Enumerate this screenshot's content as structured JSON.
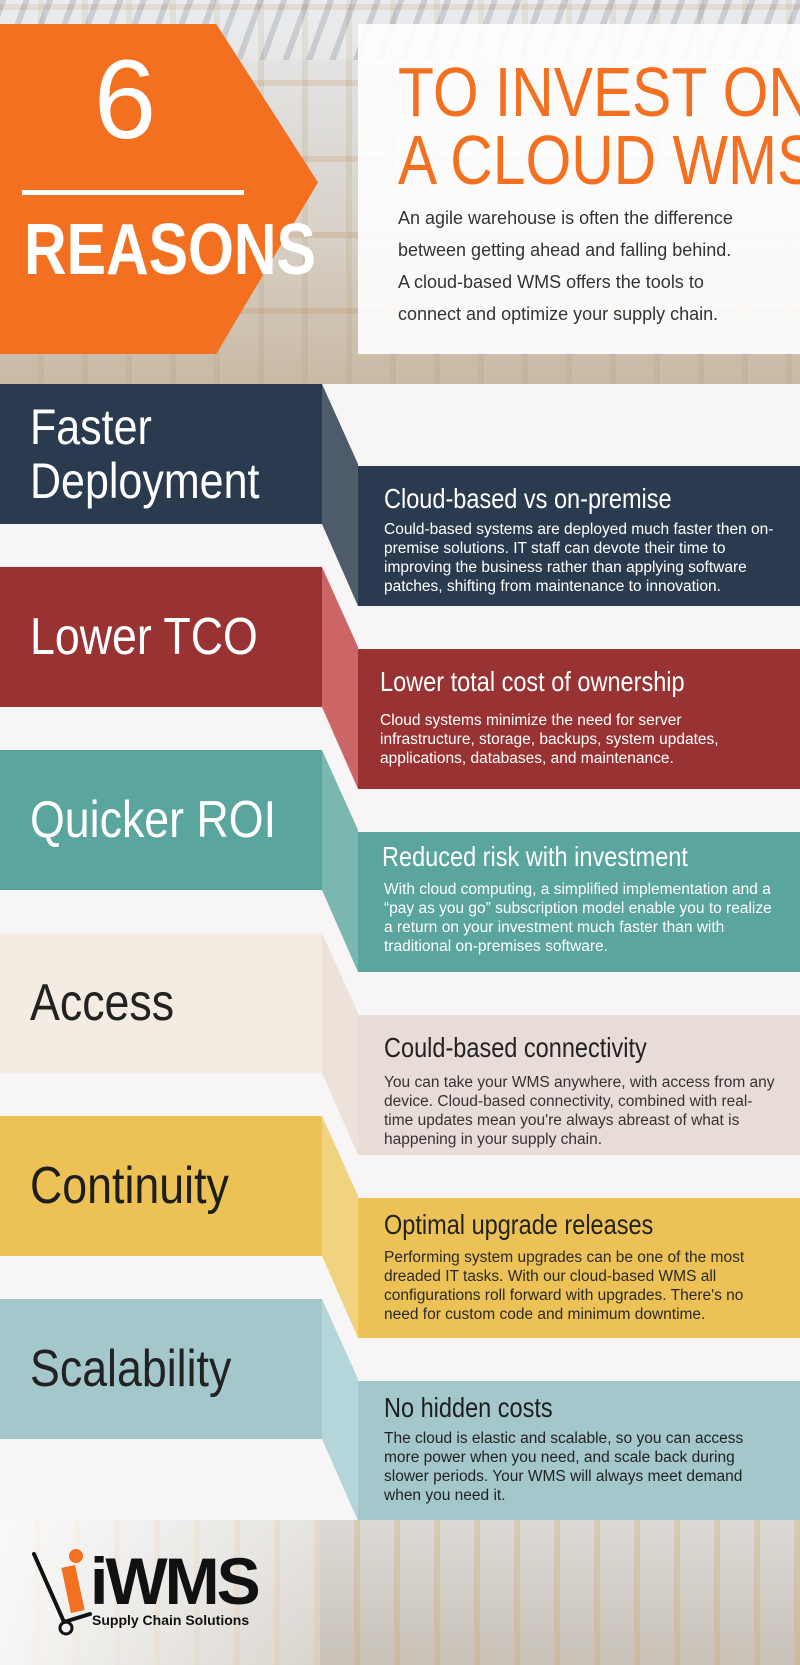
{
  "header": {
    "badge_number": "6",
    "badge_word": "REASONS",
    "title_line1": "TO INVEST ON",
    "title_line2": "A CLOUD WMS",
    "intro_text": "An agile warehouse is often the difference between getting ahead and falling behind. A cloud-based WMS offers the tools to connect and optimize your supply chain."
  },
  "colors": {
    "accent": "#f37021",
    "navy": "#2b3b4f",
    "red": "#993333",
    "teal": "#5aa59e",
    "beige": "#f4ebe3",
    "yellow": "#ecc257",
    "blue": "#a3c7cb"
  },
  "reasons": [
    {
      "label": "Faster Deployment",
      "title": "Cloud-based vs on-premise",
      "text": "Could-based systems are deployed much faster then on-premise solutions. IT staff can devote their time to improving the business rather than applying software patches, shifting from maintenance to innovation."
    },
    {
      "label": "Lower TCO",
      "title": "Lower total cost of ownership",
      "text": "Cloud systems minimize the need for server infrastructure, storage, backups, system updates, applications, databases, and maintenance."
    },
    {
      "label": "Quicker ROI",
      "title": "Reduced risk with investment",
      "text": "With cloud computing, a simplified implementation and a “pay as you go” subscription model enable you to realize a return on your investment much faster than with traditional on-premises software."
    },
    {
      "label": "Access",
      "title": "Could-based connectivity",
      "text": "You can take your WMS anywhere, with access from any device. Cloud-based connectivity, combined with real-time updates mean you're always abreast of what is happening in your supply chain."
    },
    {
      "label": "Continuity",
      "title": "Optimal upgrade releases",
      "text": "Performing system upgrades can be one of the most dreaded IT tasks. With our cloud-based WMS all configurations roll forward with upgrades. There's no need for custom code and minimum downtime."
    },
    {
      "label": "Scalability",
      "title": "No hidden costs",
      "text": "The cloud is elastic and scalable, so you can access more power when you need, and scale back during slower periods. Your WMS will always meet demand when you need it."
    }
  ],
  "footer": {
    "logo_word": "iWMS",
    "logo_tagline": "Supply Chain Solutions"
  }
}
